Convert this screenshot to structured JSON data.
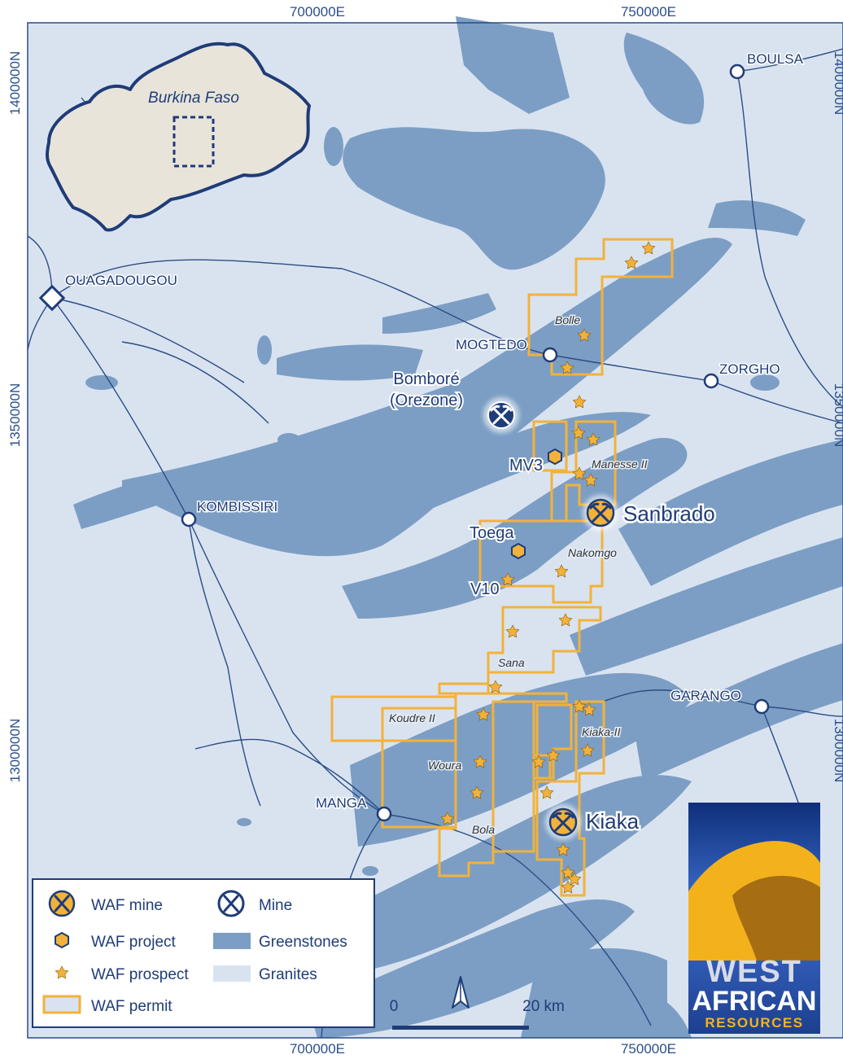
{
  "grid": {
    "top_labels": [
      "700000E",
      "750000E"
    ],
    "bottom_labels": [
      "700000E",
      "750000E"
    ],
    "left_labels": [
      "1400000N",
      "1350000N",
      "1300000N"
    ],
    "right_labels": [
      "1400000N",
      "1350000N",
      "1300000N"
    ]
  },
  "inset": {
    "country": "Burkina Faso"
  },
  "towns": {
    "boulsa": "BOULSA",
    "ouagadougou": "OUAGADOUGOU",
    "mogtedo": "MOGTEDO",
    "zorgho": "ZORGHO",
    "kombissiri": "KOMBISSIRI",
    "garango": "GARANGO",
    "manga": "MANGA"
  },
  "third_party_mine": {
    "line1": "Bomboré",
    "line2": "(Orezone)"
  },
  "waf_mines": {
    "sanbrado": "Sanbrado",
    "kiaka": "Kiaka"
  },
  "waf_projects": {
    "mv3": "MV3",
    "toega": "Toega",
    "v10": "V10"
  },
  "prospects": {
    "bolle": "Bolle",
    "manesse": "Manesse II",
    "nakomgo": "Nakomgo",
    "sana": "Sana",
    "koudre": "Koudre II",
    "kiaka2": "Kiaka-II",
    "woura": "Woura",
    "bola": "Bola"
  },
  "legend": {
    "waf_mine": "WAF mine",
    "mine": "Mine",
    "waf_project": "WAF project",
    "greenstones": "Greenstones",
    "waf_prospect": "WAF prospect",
    "granites": "Granites",
    "waf_permit": "WAF permit"
  },
  "scale": {
    "start": "0",
    "end": "20 km"
  },
  "logo": {
    "line1": "WEST",
    "line2": "AFRICAN",
    "line3": "RESOURCES"
  },
  "colors": {
    "granite": "#d9e3f0",
    "greenstone": "#7c9ec4",
    "permit": "#f2b23a",
    "road": "#2a4d85",
    "inset_fill": "#e8e4da",
    "inset_border": "#1f3c78",
    "logo_blue": "#1d3f8f",
    "logo_gold": "#f3b21c"
  }
}
